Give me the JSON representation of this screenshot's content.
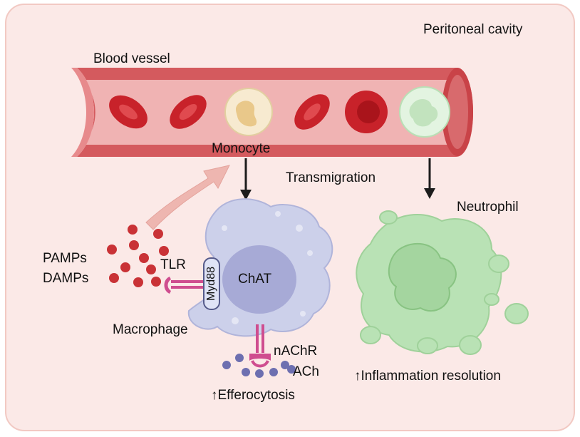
{
  "labels": {
    "peritoneal_cavity": "Peritoneal cavity",
    "blood_vessel": "Blood vessel",
    "monocyte": "Monocyte",
    "transmigration": "Transmigration",
    "neutrophil": "Neutrophil",
    "pamps": "PAMPs",
    "damps": "DAMPs",
    "tlr": "TLR",
    "myd88": "Myd88",
    "chat": "ChAT",
    "macrophage": "Macrophage",
    "nachr": "nAChR",
    "ach": "ACh",
    "efferocytosis": "Efferocytosis",
    "inflammation_resolution": "Inflammation resolution",
    "up_arrow": "↑"
  },
  "colors": {
    "background_panel": "#fbe9e7",
    "panel_border": "#f2c9c3",
    "vessel_wall": "#d45a5e",
    "vessel_lumen": "#f0b3b3",
    "red_blood_cell": "#c8222a",
    "monocyte": "#f3dfb2",
    "macrophage": "#c9cbe6",
    "macrophage_nucleus": "#a7aad6",
    "neutrophil": "#b7e0b4",
    "pamp_dot": "#c93236",
    "ach_dot": "#6d6fb0",
    "receptor": "#cf4d8f",
    "arrow": "#1c1c1c",
    "big_arrow": "#eeb6b0"
  }
}
